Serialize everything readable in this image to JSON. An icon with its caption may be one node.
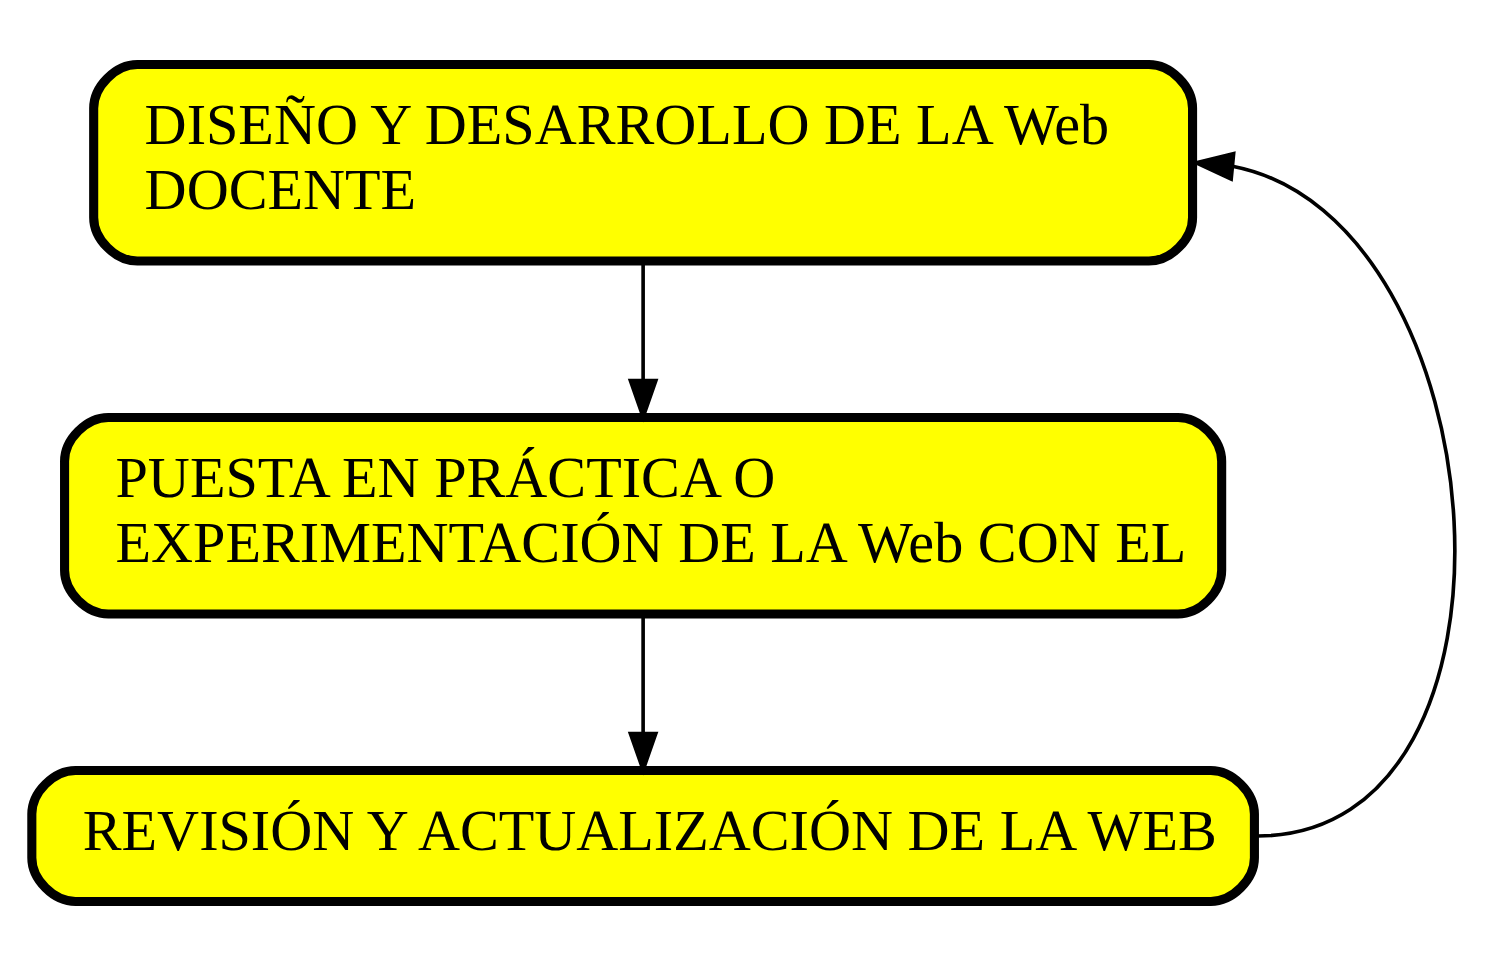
{
  "diagram": {
    "nodes": [
      {
        "text": [
          "DISEÑO Y DESARROLLO DE LA Web DOCENTE"
        ]
      },
      {
        "text": [
          "PUESTA EN PRÁCTICA O EXPERIMENTACIÓN DE LA Web CON EL"
        ]
      },
      {
        "text": [
          "REVISIÓN Y ACTUALIZACIÓN DE LA WEB"
        ]
      }
    ],
    "edges": [
      {
        "from": 0,
        "to": 1,
        "arrow": "to"
      },
      {
        "from": 1,
        "to": 2,
        "arrow": "to"
      },
      {
        "from": 2,
        "to": 0,
        "arrow": "to"
      }
    ]
  }
}
